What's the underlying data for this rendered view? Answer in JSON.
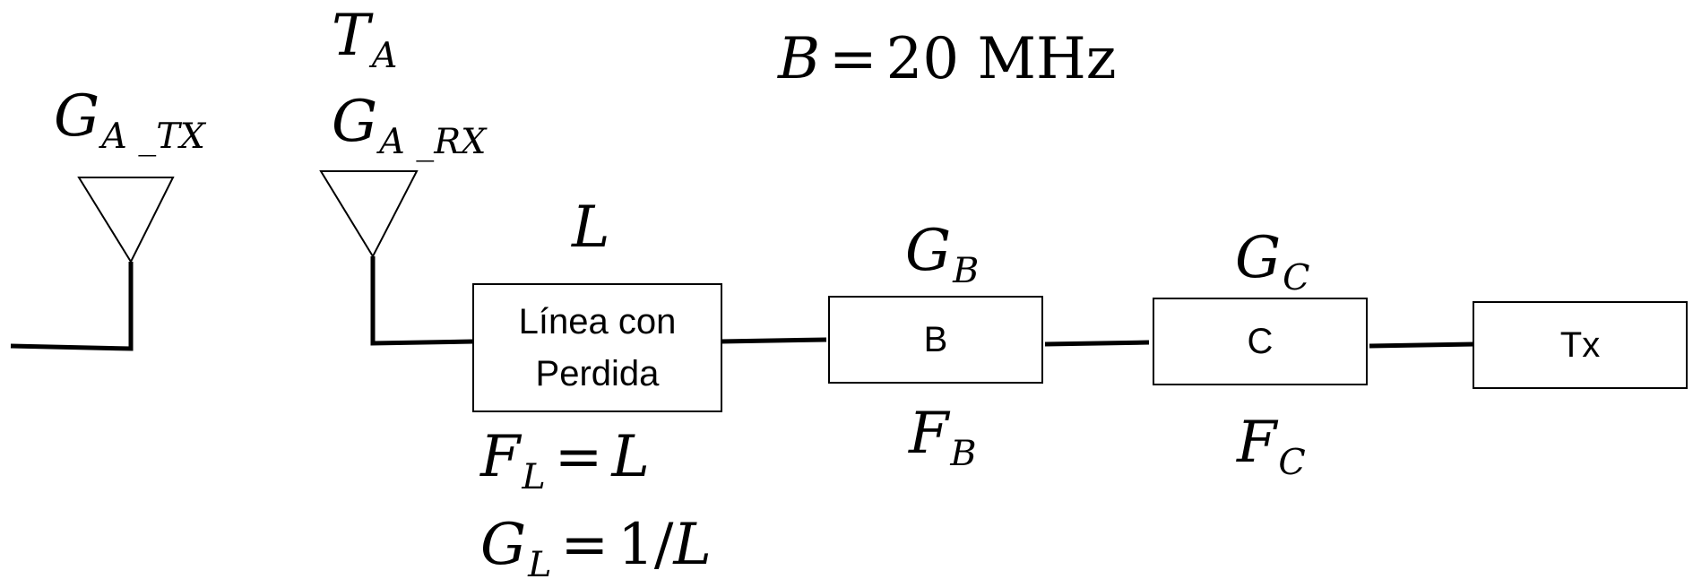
{
  "bandwidth": {
    "var": "B",
    "eq": "=",
    "value": "20",
    "unit": "MHz"
  },
  "tx_antenna": {
    "var": "G",
    "sub": "A _TX"
  },
  "rx_antenna": {
    "temp_var": "T",
    "temp_sub": "A",
    "gain_var": "G",
    "gain_sub": "A _RX"
  },
  "line": {
    "loss_symbol": "L",
    "label_line1": "Línea con",
    "label_line2": "Perdida",
    "nf_var": "F",
    "nf_sub": "L",
    "nf_eq": "=",
    "nf_rhs": "L",
    "gain_var": "G",
    "gain_sub": "L",
    "gain_eq": "=",
    "gain_rhs_num": "1/",
    "gain_rhs_var": "L"
  },
  "stage_b": {
    "label": "B",
    "gain_var": "G",
    "gain_sub": "B",
    "nf_var": "F",
    "nf_sub": "B"
  },
  "stage_c": {
    "label": "C",
    "gain_var": "G",
    "gain_sub": "C",
    "nf_var": "F",
    "nf_sub": "C"
  },
  "tx": {
    "label": "Tx"
  }
}
